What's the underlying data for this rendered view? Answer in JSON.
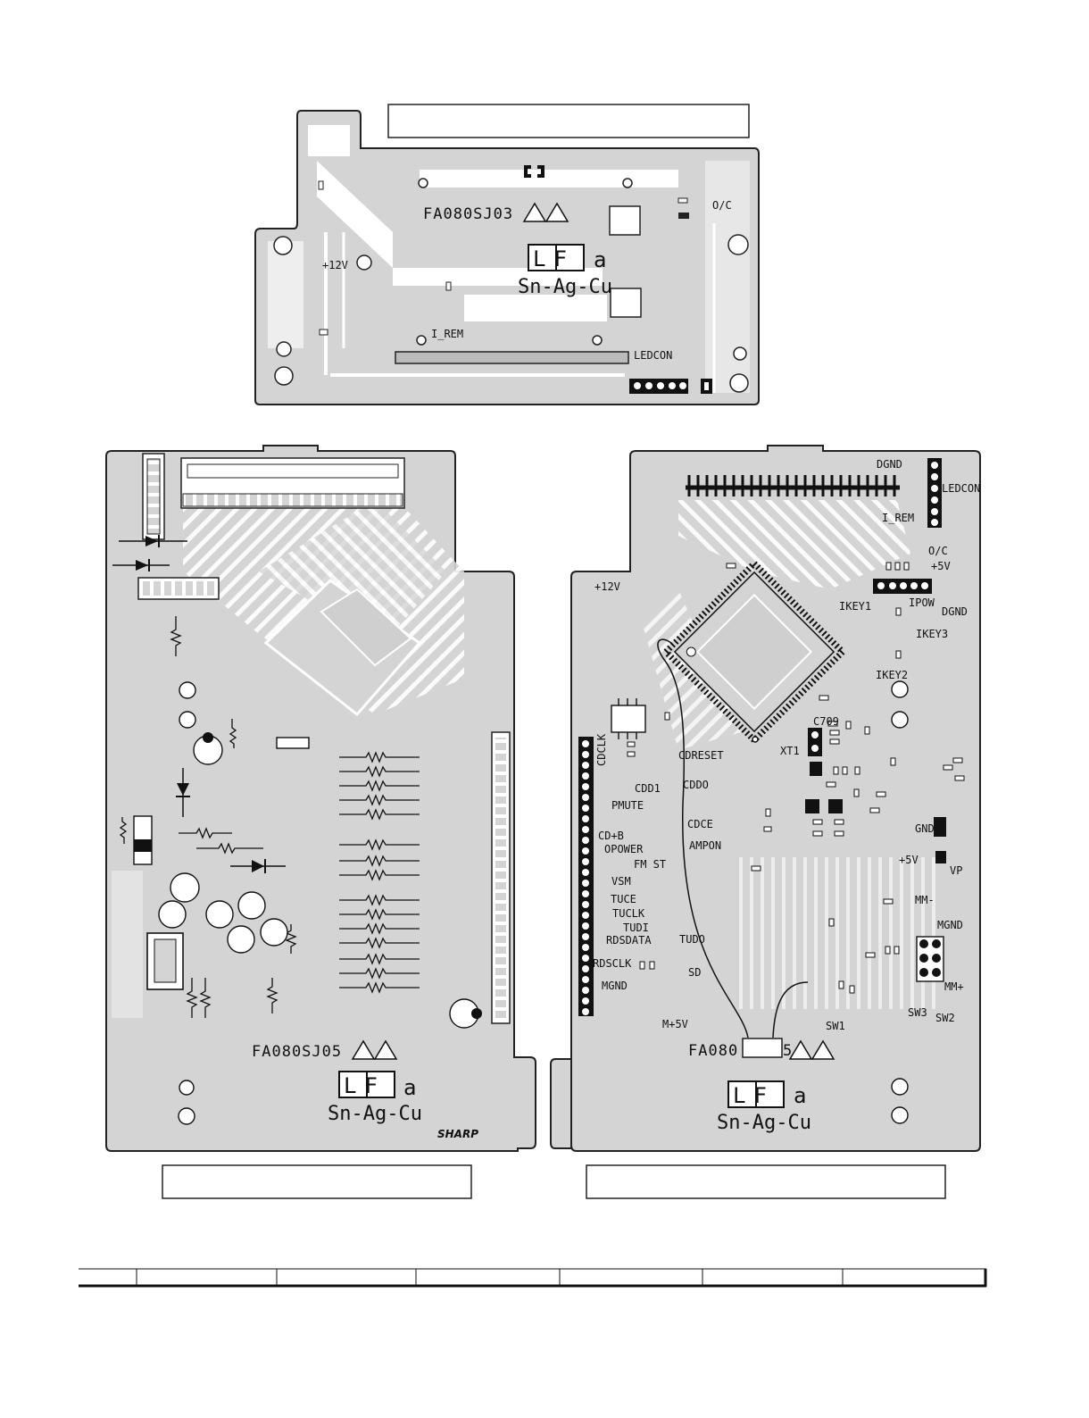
{
  "top_board": {
    "part_number": "FA080SJ03",
    "lf_mark": "LF",
    "lf_suffix": "a",
    "solder_note": "Sn-Ag-Cu",
    "labels": {
      "plus12v": "+12V",
      "oc": "O/C",
      "irem": "I_REM",
      "ledcon": "LEDCON"
    }
  },
  "left_board": {
    "part_number": "FA080SJ05",
    "lf_mark": "LF",
    "lf_suffix": "a",
    "solder_note": "Sn-Ag-Cu",
    "brand": "SHARP"
  },
  "right_board": {
    "part_number_left": "FA080",
    "part_number_right": "5",
    "lf_mark": "LF",
    "lf_suffix": "a",
    "solder_note": "Sn-Ag-Cu",
    "labels": {
      "dgnd": "DGND",
      "ledcon": "LEDCON",
      "irem": "I_REM",
      "oc": "O/C",
      "plus5v": "+5V",
      "plus12v": "+12V",
      "ipow": "IPOW",
      "ikey1": "IKEY1",
      "dgnd2": "DGND",
      "ikey3": "IKEY3",
      "ikey2": "IKEY2",
      "c709": "C709",
      "xt1": "XT1",
      "cdclk": "CDCLK",
      "cdreset": "CDRESET",
      "cdd1": "CDD1",
      "cddo": "CDDO",
      "pmute": "PMUTE",
      "cdce": "CDCE",
      "cdb": "CD+B",
      "opower": "OPOWER",
      "ampon": "AMPON",
      "fmst": "FM ST",
      "gnd": "GND",
      "plus5v2": "+5V",
      "vp": "VP",
      "vsm": "VSM",
      "mm_minus": "MM-",
      "tuce": "TUCE",
      "tuclk": "TUCLK",
      "mgnd2": "MGND",
      "tudi": "TUDI",
      "rdsdata": "RDSDATA",
      "tudo": "TUDO",
      "rdsclk": "RDSCLK",
      "sd": "SD",
      "mgnd": "MGND",
      "mm_plus": "MM+",
      "sw3": "SW3",
      "sw2": "SW2",
      "m5v": "M+5V",
      "sw1": "SW1"
    }
  },
  "colors": {
    "board": "#d4d4d4",
    "copper": "#ffffff",
    "outline": "#222222"
  }
}
